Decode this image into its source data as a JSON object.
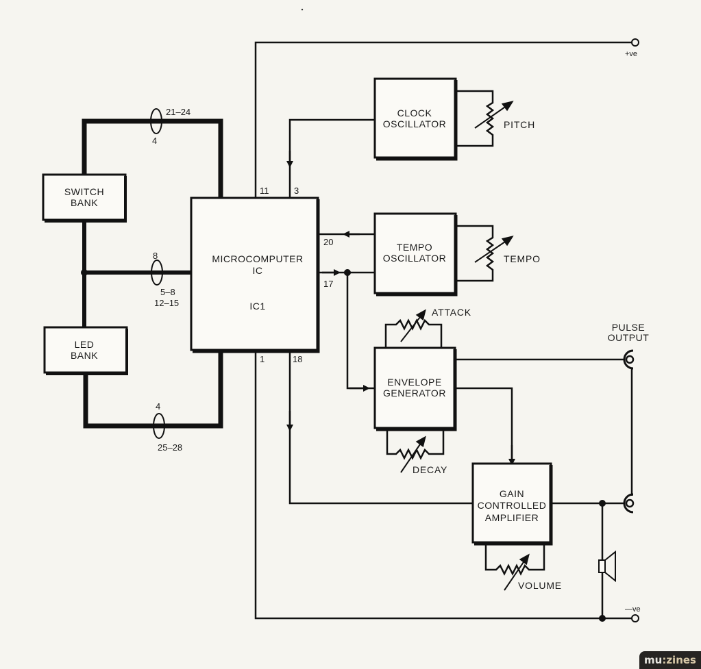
{
  "diagram": {
    "title": "Microcomputer rhythm/sound generator block diagram",
    "blocks": {
      "switch_bank": "SWITCH\nBANK",
      "led_bank": "LED\nBANK",
      "microcomputer": [
        "MICROCOMPUTER",
        "IC",
        "IC1"
      ],
      "clock_oscillator": [
        "CLOCK",
        "OSCILLATOR"
      ],
      "tempo_oscillator": [
        "TEMPO",
        "OSCILLATOR"
      ],
      "envelope_generator": [
        "ENVELOPE",
        "GENERATOR"
      ],
      "gain_amplifier": [
        "GAIN",
        "CONTROLLED",
        "AMPLIFIER"
      ]
    },
    "switch_bank_lines": [
      "SWITCH",
      "BANK"
    ],
    "led_bank_lines": [
      "LED",
      "BANK"
    ],
    "controls": {
      "pitch": "PITCH",
      "tempo": "TEMPO",
      "attack": "ATTACK",
      "decay": "DECAY",
      "volume": "VOLUME"
    },
    "pins": {
      "p11": "11",
      "p3": "3",
      "p20": "20",
      "p17": "17",
      "p1": "1",
      "p18": "18"
    },
    "buses": {
      "top_pins": "21‒24",
      "top_width": "4",
      "mid_width": "8",
      "mid_pins_a": "5‒8",
      "mid_pins_b": "12‒15",
      "bottom_width": "4",
      "bottom_pins": "25‒28"
    },
    "terminals": {
      "positive": "+ve",
      "negative": "—ve",
      "pulse_output": [
        "PULSE",
        "OUTPUT"
      ]
    }
  },
  "watermark": {
    "text_a": "mu",
    "text_b": ":zines"
  }
}
